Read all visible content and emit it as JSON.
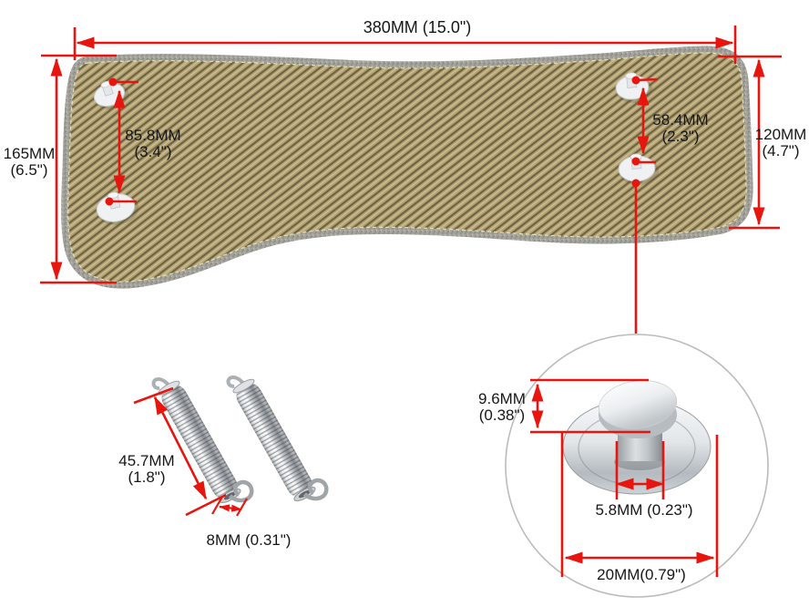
{
  "figure": {
    "blanket": {
      "width_label": "380MM (15.0\")",
      "height_left_mm": "165MM",
      "height_left_in": "(6.5\")",
      "stud_spacing_left_mm": "85.8MM",
      "stud_spacing_left_in": "(3.4\")",
      "stud_spacing_right_mm": "58.4MM",
      "stud_spacing_right_in": "(2.3\")",
      "height_right_mm": "120MM",
      "height_right_in": "(4.7\")"
    },
    "springs": {
      "length_mm": "45.7MM",
      "length_in": "(1.8\")",
      "diameter_label": "8MM (0.31\")"
    },
    "stud_detail": {
      "head_height_mm": "9.6MM",
      "head_height_in": "(0.38\")",
      "stem_diameter_label": "5.8MM (0.23\")",
      "base_diameter_label": "20MM(0.79\")"
    },
    "colors": {
      "dimension_red": "#e8150f",
      "fabric_tan": "#b5a575",
      "binding_gray": "#a3a29b",
      "detail_circle_gray": "#bbbbbb"
    }
  }
}
